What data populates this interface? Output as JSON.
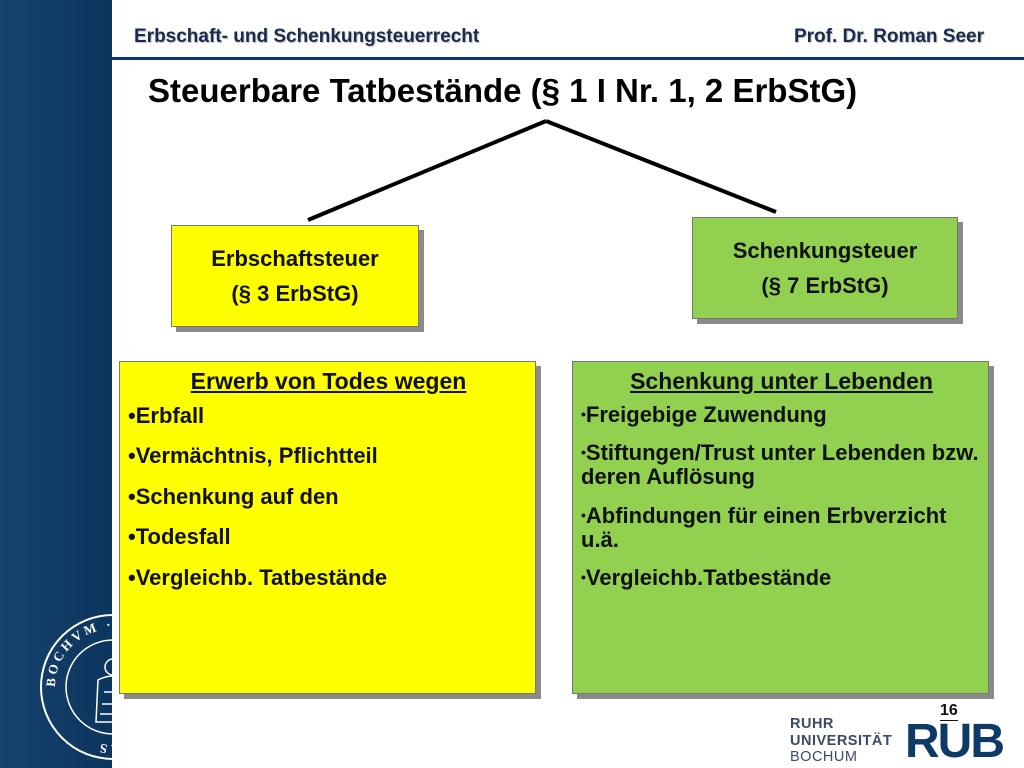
{
  "header": {
    "left": "Erbschaft- und Schenkungsteuerrecht",
    "right": "Prof. Dr. Roman Seer"
  },
  "title": "Steuerbare Tatbestände (§ 1 I Nr. 1, 2 ErbStG)",
  "erbschaftsteuer": {
    "line1": "Erbschaftsteuer",
    "line2": "(§ 3 ErbStG)"
  },
  "schenkungsteuer": {
    "line1": "Schenkungsteuer",
    "line2": "(§ 7 ErbStG)"
  },
  "todes": {
    "heading": "Erwerb von Todes wegen",
    "items": [
      "Erbfall",
      "Vermächtnis, Pflichtteil",
      "Schenkung auf den",
      "Todesfall",
      "Vergleichb. Tatbestände"
    ]
  },
  "lebenden": {
    "heading": "Schenkung unter Lebenden",
    "items": [
      "Freigebige Zuwendung",
      "Stiftungen/Trust unter Lebenden bzw. deren Auflösung",
      "Abfindungen für einen Erbverzicht u.ä.",
      "Vergleichb.Tatbestände"
    ]
  },
  "page_number": "16",
  "university": {
    "line1": "RUHR",
    "line2": "UNIVERSITÄT",
    "line3": "BOCHUM",
    "logo": "RUB"
  },
  "seal": {
    "text": "BOCHVM · RVHR · VNIVERSITAS",
    "icon": "university-seal-icon"
  },
  "colors": {
    "sidebar": "#0d3a66",
    "yellow": "#ffff00",
    "green": "#92d050"
  }
}
